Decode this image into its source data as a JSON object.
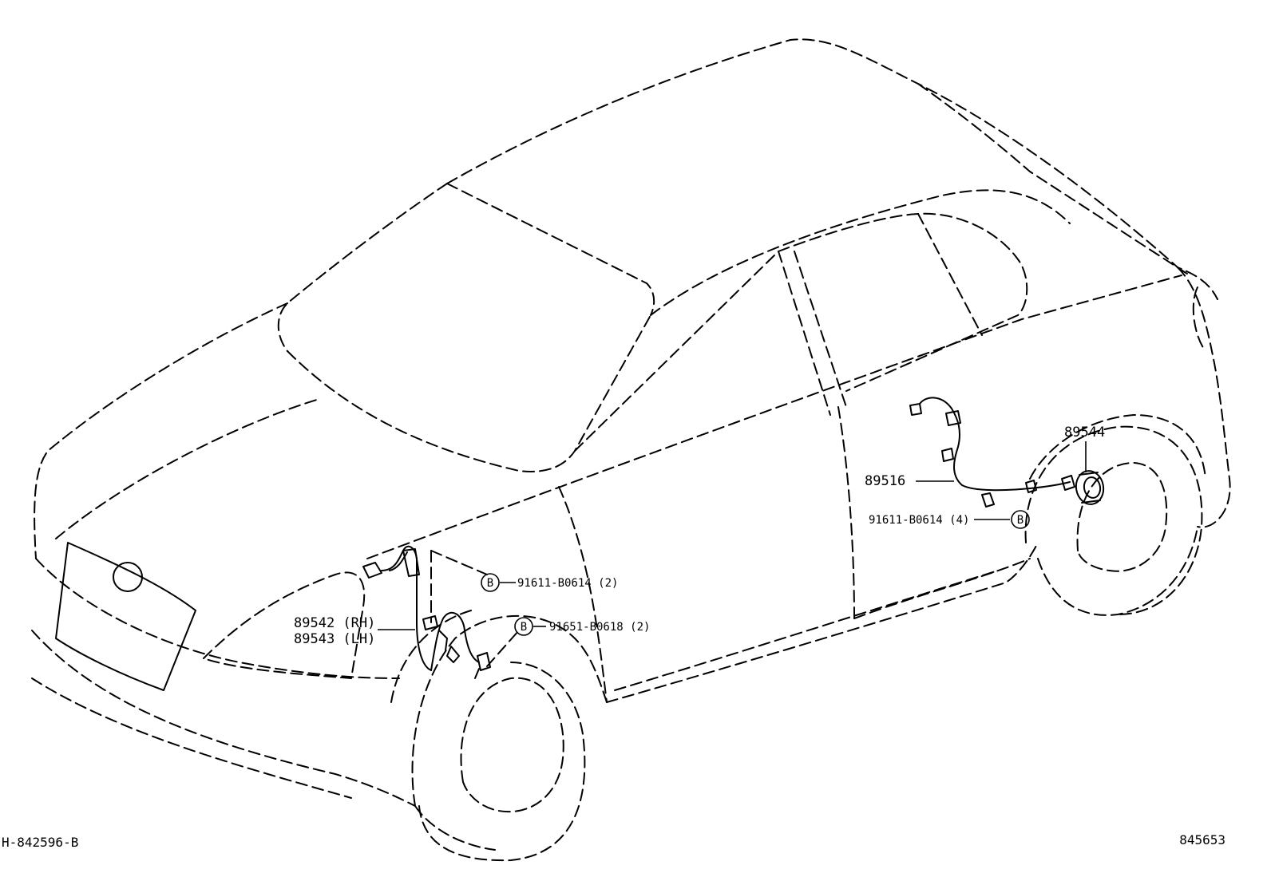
{
  "diagram": {
    "parts": {
      "front_sensor_rh": "89542 (RH)",
      "front_sensor_lh": "89543 (LH)",
      "rear_sensor": "89516",
      "rear_rotor": "89544",
      "bolt_front_upper": "91611-B0614 (2)",
      "bolt_front_lower": "91651-B0618 (2)",
      "bolt_rear": "91611-B0614 (4)"
    },
    "callout_letter": "B",
    "drawing_id": "H-842596-B",
    "figure_number": "845653"
  }
}
